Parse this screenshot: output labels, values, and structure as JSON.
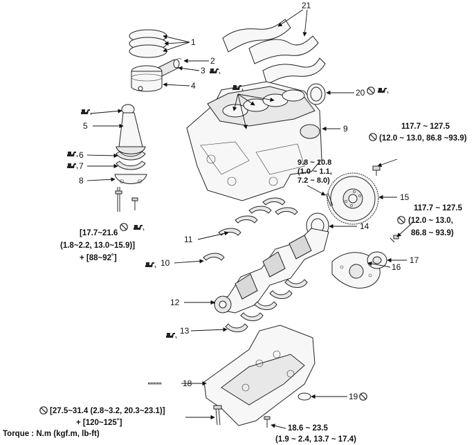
{
  "callouts": [
    {
      "n": "1"
    },
    {
      "n": "2"
    },
    {
      "n": "3"
    },
    {
      "n": "4"
    },
    {
      "n": "5"
    },
    {
      "n": "6"
    },
    {
      "n": "7"
    },
    {
      "n": "8"
    },
    {
      "n": "9"
    },
    {
      "n": "10"
    },
    {
      "n": "11"
    },
    {
      "n": "12"
    },
    {
      "n": "13"
    },
    {
      "n": "14"
    },
    {
      "n": "15"
    },
    {
      "n": "16"
    },
    {
      "n": "17"
    },
    {
      "n": "18"
    },
    {
      "n": "19"
    },
    {
      "n": "20"
    },
    {
      "n": "21"
    }
  ],
  "specs": {
    "flywheel_top": [
      "117.7 ~ 127.5",
      "(12.0 ~ 13.0, 86.8 ~93.9)"
    ],
    "plate_bolt": [
      "9.8 ~ 10.8",
      "(1.0 ~ 1.1,",
      "7.2 ~ 8.0)"
    ],
    "drive_plate": [
      "117.7 ~ 127.5",
      "(12.0 ~ 13.0,",
      "86.8 ~ 93.9)"
    ],
    "conrod_bolt": [
      "[17.7~21.6",
      "(1.8~2.2, 13.0~15.9)]",
      "+ [88~92˚]"
    ],
    "bedplate_bolt": [
      "[27.5~31.4 (2.8~3.2, 20.3~23.1)]",
      "+ [120~125˚]"
    ],
    "oilpan_bolt": [
      "18.6 ~ 23.5",
      "(1.9 ~ 2.4, 13.7 ~ 17.4)"
    ]
  },
  "torque_note": "Torque : N.m (kgf.m, lb-ft)",
  "icons": {
    "replace": "no-reuse-icon",
    "oil": "oil-can-icon"
  }
}
